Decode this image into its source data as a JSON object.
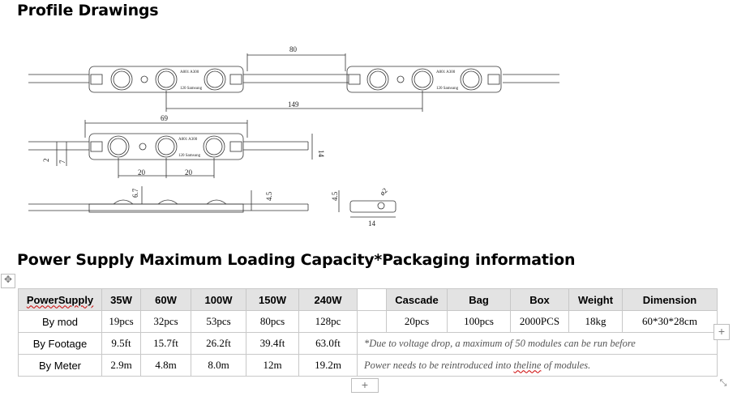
{
  "headings": {
    "profile": "Profile Drawings",
    "capacity": "Power Supply Maximum Loading Capacity*Packaging information"
  },
  "drawing": {
    "dims": [
      "80",
      "149",
      "69",
      "14",
      "20",
      "20",
      "2",
      "7",
      "6.7",
      "4.5",
      "4.5",
      "ø2",
      "14"
    ],
    "module_text_1": "A801 A300",
    "module_text_2": "120 Samsung"
  },
  "table": {
    "header": [
      "PowerSupply",
      "35W",
      "60W",
      "100W",
      "150W",
      "240W",
      "",
      "Cascade",
      "Bag",
      "Box",
      "Weight",
      "Dimension"
    ],
    "rows": [
      {
        "label": "By mod",
        "cells": [
          "19pcs",
          "32pcs",
          "53pcs",
          "80pcs",
          "128pc"
        ],
        "pack": [
          "20pcs",
          "100pcs",
          "2000PCS",
          "18kg",
          "60*30*28cm"
        ]
      },
      {
        "label": "By Footage",
        "cells": [
          "9.5ft",
          "15.7ft",
          "26.2ft",
          "39.4ft",
          "63.0ft"
        ],
        "note": "*Due to voltage drop, a maximum of 50 modules can be run before"
      },
      {
        "label": "By Meter",
        "cells": [
          "2.9m",
          "4.8m",
          "8.0m",
          "12m",
          "19.2m"
        ],
        "note_before": "Power needs to be reintroduced into ",
        "note_word": "theline",
        "note_after": " of modules."
      }
    ]
  },
  "controls": {
    "move": "✥",
    "add": "+",
    "add_row": "+",
    "resize": "⤡"
  }
}
